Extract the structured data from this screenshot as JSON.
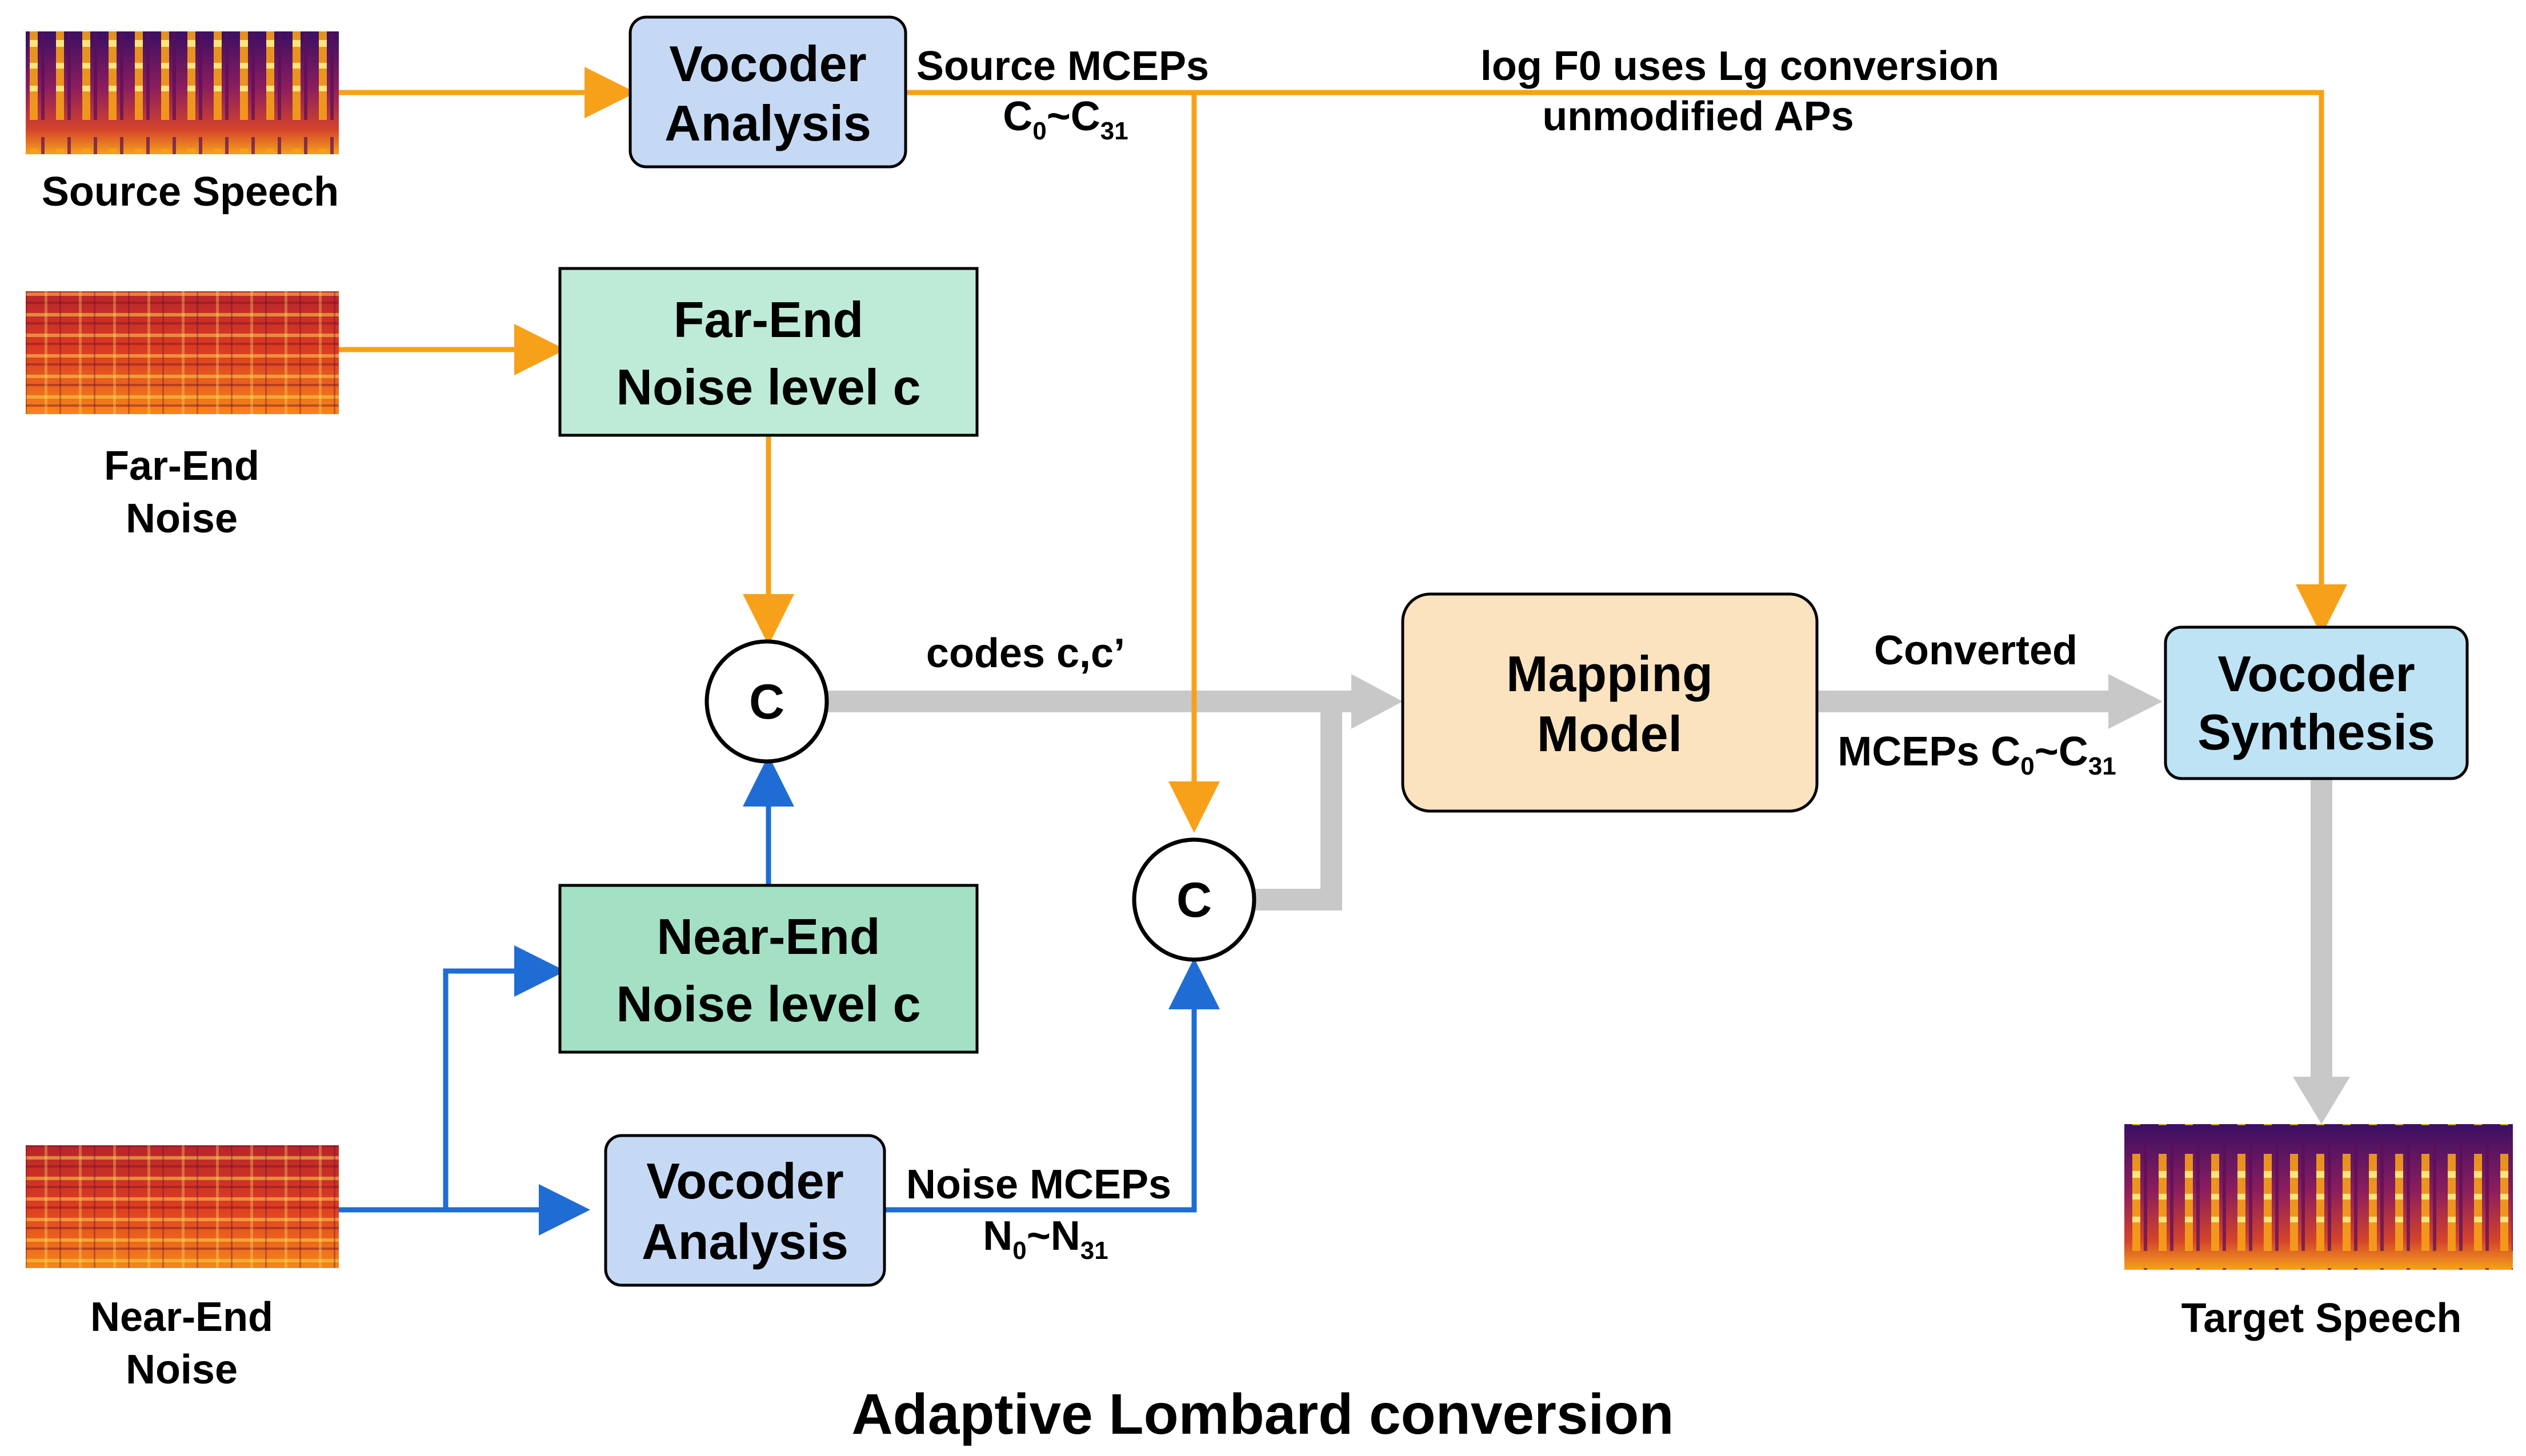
{
  "title": "Adaptive Lombard conversion",
  "colors": {
    "orange": "#F7A11A",
    "blue": "#1F6DD4",
    "gray": "#C8C8C8",
    "vocoder_analysis_fill": "#C6D9F4",
    "far_end_fill": "#BDEBD7",
    "near_end_fill": "#A3E0C4",
    "mapping_fill": "#FCE3C0",
    "vocoder_synthesis_fill": "#BEE3F5"
  },
  "inputs": {
    "source_speech": "Source Speech",
    "far_end_noise": {
      "line1": "Far-End",
      "line2": "Noise"
    },
    "near_end_noise": {
      "line1": "Near-End",
      "line2": "Noise"
    },
    "target_speech": "Target Speech"
  },
  "boxes": {
    "vocoder_analysis_top": {
      "line1": "Vocoder",
      "line2": "Analysis"
    },
    "far_end_level": {
      "line1": "Far-End",
      "line2": "Noise level c"
    },
    "near_end_level": {
      "line1": "Near-End",
      "line2": "Noise level c"
    },
    "vocoder_analysis_bottom": {
      "line1": "Vocoder",
      "line2": "Analysis"
    },
    "mapping_model": {
      "line1": "Mapping",
      "line2": "Model"
    },
    "vocoder_synthesis": {
      "line1": "Vocoder",
      "line2": "Synthesis"
    }
  },
  "concat_nodes": {
    "top": "C",
    "bottom": "C"
  },
  "labels": {
    "source_mceps": "Source MCEPs",
    "source_mceps_range": {
      "a": "C",
      "a_sub": "0",
      "tilde": "~",
      "b": "C",
      "b_sub": "31"
    },
    "f0_line1": "log F0 uses Lg conversion",
    "f0_line2": "unmodified APs",
    "codes": "codes c,c’",
    "converted": "Converted",
    "converted_mceps": {
      "prefix": "MCEPs ",
      "a": "C",
      "a_sub": "0",
      "tilde": "~",
      "b": "C",
      "b_sub": "31"
    },
    "noise_mceps": "Noise MCEPs",
    "noise_mceps_range": {
      "a": "N",
      "a_sub": "0",
      "tilde": "~",
      "b": "N",
      "b_sub": "31"
    }
  }
}
